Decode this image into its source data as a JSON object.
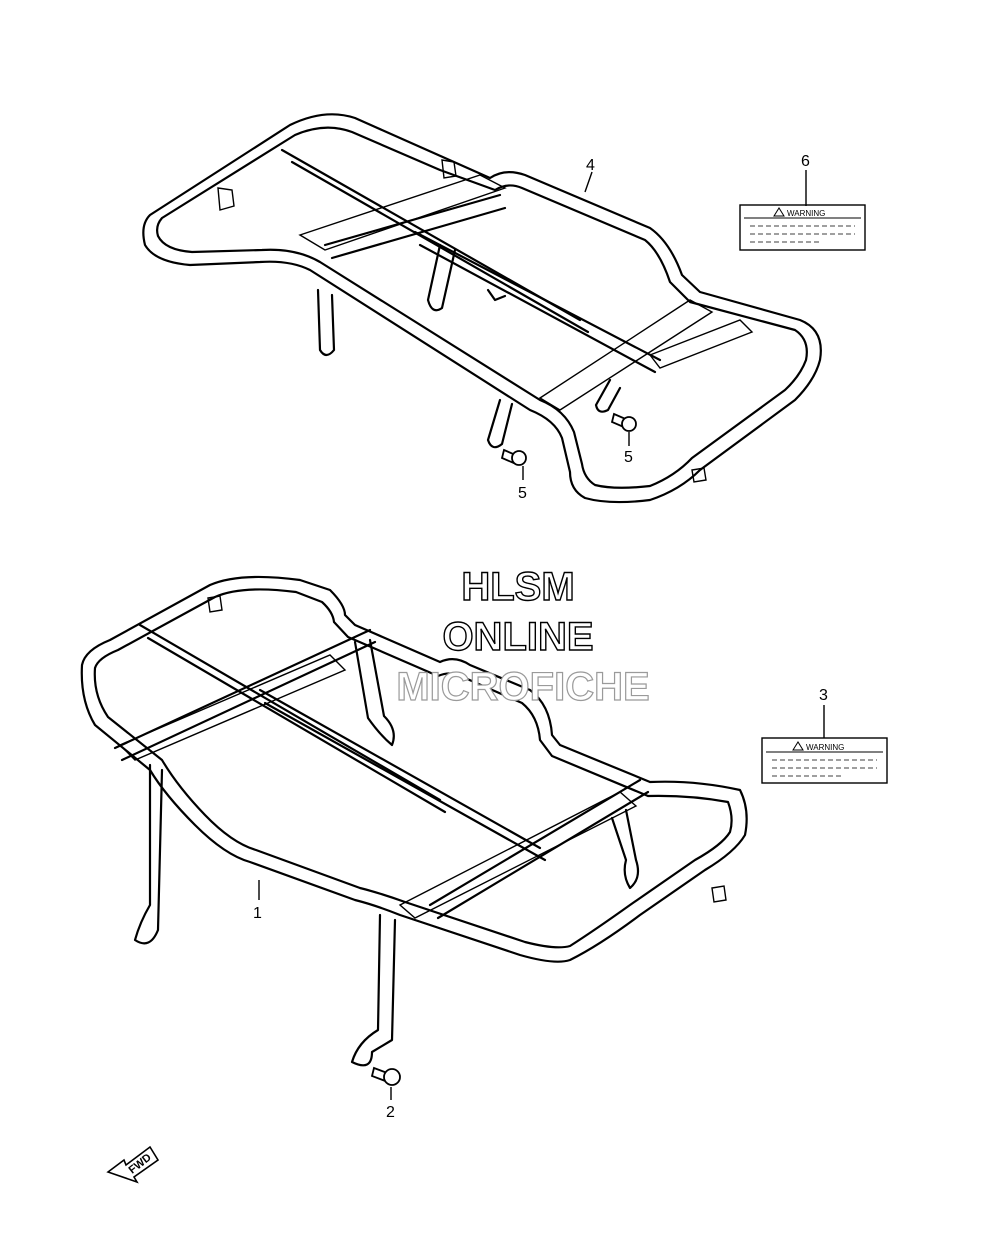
{
  "parts": {
    "p1": "1",
    "p2": "2",
    "p3": "3",
    "p4": "4",
    "p5a": "5",
    "p5b": "5",
    "p6": "6"
  },
  "labels": {
    "upper_text": "WARNING",
    "lower_text": "WARNING"
  },
  "watermark": {
    "line1": "HLSM",
    "line2": "ONLINE",
    "line3": "MICROFICHE"
  },
  "fwd": "FWD",
  "colors": {
    "line": "#000000",
    "watermark_outline": "#000000",
    "watermark_faint": "#9a9a9a"
  }
}
